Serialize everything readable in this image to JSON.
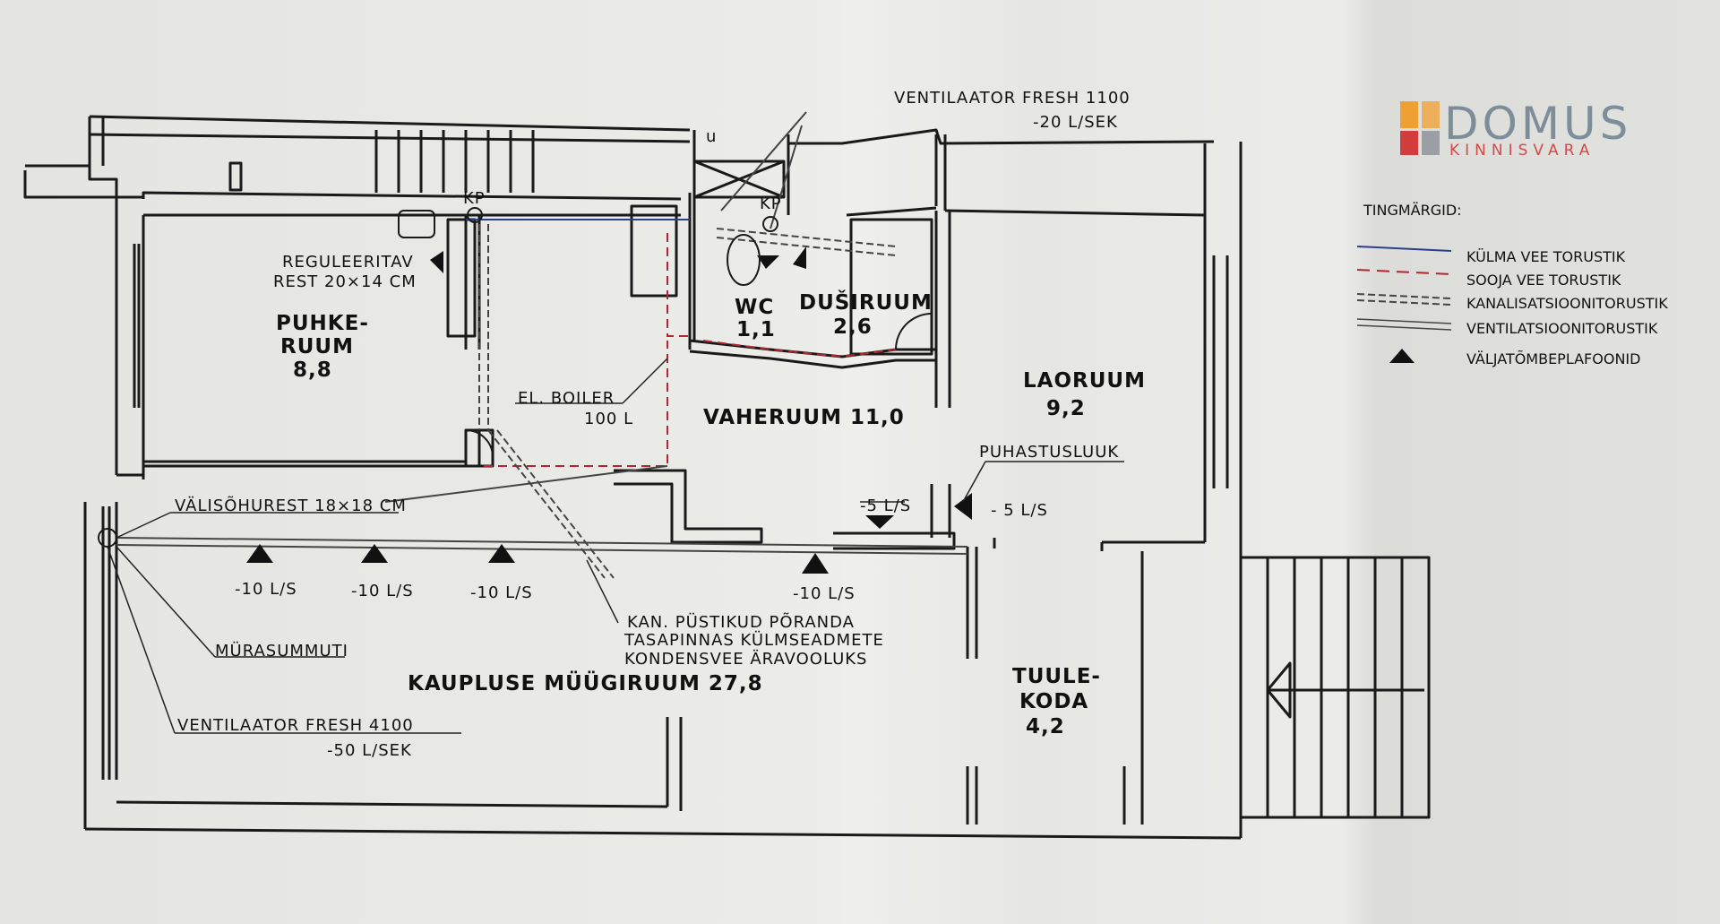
{
  "logo": {
    "main": "DOMUS",
    "sub": "KINNISVARA",
    "colors": {
      "orange": "#f0a032",
      "red": "#d23c3c",
      "grey": "#7d8e9a"
    }
  },
  "legend": {
    "title": "TINGMÄRGID:",
    "items": [
      {
        "label": "KÜLMA VEE TORUSTIK",
        "style": "solid",
        "color": "#2a3f8f"
      },
      {
        "label": "SOOJA VEE TORUSTIK",
        "style": "dashed",
        "color": "#b0272f"
      },
      {
        "label": "KANALISATSIOONITORUSTIK",
        "style": "double-dashed",
        "color": "#444444"
      },
      {
        "label": "VENTILATSIOONITORUSTIK",
        "style": "double",
        "color": "#444444"
      },
      {
        "label": "VÄLJATÕMBEPLAFOONID",
        "style": "triangle",
        "color": "#111111"
      }
    ]
  },
  "rooms": {
    "puhkeruum": {
      "line1": "PUHKE-",
      "line2": "RUUM",
      "area": "8,8"
    },
    "wc": {
      "name": "WC",
      "area": "1,1"
    },
    "dusiruum": {
      "name": "DUŠIRUUM",
      "area": "2,6"
    },
    "vaheruum": {
      "name": "VAHERUUM 11,0"
    },
    "laoruum": {
      "name": "LAORUUM",
      "area": "9,2"
    },
    "kauplus": {
      "name": "KAUPLUSE MÜÜGIRUUM 27,8"
    },
    "tuulekoda": {
      "line1": "TUULE-",
      "line2": "KODA",
      "area": "4,2"
    }
  },
  "notes": {
    "vent_fresh_1100": "VENTILAATOR FRESH 1100",
    "vent_fresh_1100_flow": "-20 L/SEK",
    "kp1": "KP",
    "kp2": "KP",
    "reguleeritav1": "REGULEERITAV",
    "reguleeritav2": "REST 20×14 CM",
    "boiler1": "EL. BOILER",
    "boiler2": "100 L",
    "puhastusluuk": "PUHASTUSLUUK",
    "flow_5a": "-5 L/S",
    "flow_5b": "- 5 L/S",
    "valisohurest": "VÄLISÕHUREST 18×18 CM",
    "flow_10a": "-10 L/S",
    "flow_10b": "-10 L/S",
    "flow_10c": "-10 L/S",
    "flow_10d": "-10 L/S",
    "kan1": "KAN. PÜSTIKUD PÕRANDA",
    "kan2": "TASAPINNAS KÜLMSEADMETE",
    "kan3": "KONDENSVEE ÄRAVOOLUKS",
    "murasummuti": "MÜRASUMMUTI",
    "vent_fresh_4100": "VENTILAATOR FRESH 4100",
    "vent_fresh_4100_flow": "-50 L/SEK",
    "u_mark": "u"
  }
}
